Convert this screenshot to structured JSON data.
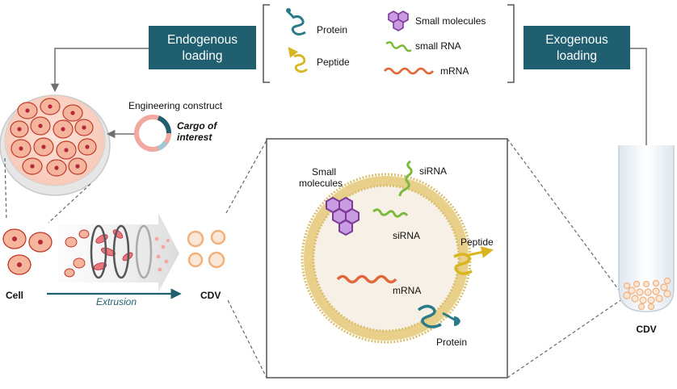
{
  "boxes": {
    "endogenous": [
      "Endogenous",
      "loading"
    ],
    "exogenous": [
      "Exogenous",
      "loading"
    ]
  },
  "cargo_legend": {
    "protein": "Protein",
    "peptide": "Peptide",
    "small_molecules": "Small molecules",
    "small_rna": "small RNA",
    "mrna": "mRNA"
  },
  "construct": {
    "title": "Engineering construct",
    "cargo": [
      "Cargo of",
      "interest"
    ]
  },
  "process": {
    "cell": "Cell",
    "extrusion": "Extrusion",
    "cdv": "CDV"
  },
  "vesicle_labels": {
    "small_molecules": [
      "Small",
      "molecules"
    ],
    "sirna_top": "siRNA",
    "sirna_mid": "siRNA",
    "peptide": "Peptide",
    "mrna": "mRNA",
    "protein": "Protein"
  },
  "tube_label": "CDV",
  "colors": {
    "box": "#1f5f70",
    "cell_fill": "#f8c9b8",
    "cell_nucleus": "#b5283a",
    "membrane": "#e8d08a",
    "protein": "#2a7a88",
    "peptide": "#d9b51e",
    "small_molecule": "#9b4db8",
    "small_rna": "#7cba3e",
    "mrna": "#e0693a"
  }
}
